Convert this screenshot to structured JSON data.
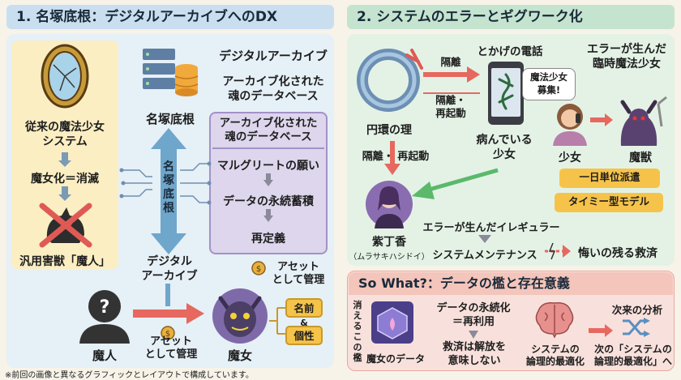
{
  "left": {
    "header": "1. 名塚底根：デジタルアーカイブへのDX",
    "old_system": "従来の魔法少女\nシステム",
    "witchify": "魔女化＝消滅",
    "generic_beast": "汎用害獣「魔人」",
    "digital_archive_title": "デジタルアーカイブ",
    "archived_soul_top": "アーカイブ化された\n魂のデータベース",
    "nazuka": "名塚底根",
    "box_title": "アーカイブ化された\n魂のデータベース",
    "flow_1": "マルグリートの願い",
    "flow_2": "データの永続蓄積",
    "flow_3": "再定義",
    "vertical_label": "名\n塚\n底\n根",
    "digital_archive_bottom": "デジタル\nアーカイブ",
    "asset_managed_right": "アセット\nとして管理",
    "name_tag": "名前",
    "amp": "&",
    "personality_tag": "個性",
    "majin": "魔人",
    "asset_managed_bottom": "アセット\nとして管理",
    "majo": "魔女"
  },
  "right": {
    "header": "2. システムのエラーとギグワーク化",
    "lizard_phone": "とかげの電話",
    "error_born": "エラーが生んだ\n臨時魔法少女",
    "isolation_1": "隔離",
    "isolation_restart_1": "隔離・\n再起動",
    "bubble": "魔法少女\n募集!",
    "enkan": "円環の理",
    "sick_girl": "病んでいる\n少女",
    "girl": "少女",
    "beast": "魔獣",
    "isolation_restart_2": "隔離・ 再起動",
    "day_dispatch": "一日単位派遣",
    "timee_model": "タイミー型モデル",
    "error_irregular": "エラーが生んだイレギュラー",
    "murasaki": "紫丁香",
    "murasaki_reading": "（ムラサキハシドイ）",
    "maintenance": "システムメンテナンス",
    "regret": "悔いの残る救済"
  },
  "sowhat": {
    "header": "So What?：データの檻と存在意義",
    "vertical": "消\nえ\nる\nこ\nの\n檻",
    "witch_data": "魔女のデータ",
    "permanent": "データの永続化\n＝再利用",
    "salvation": "救済は解放を\n意味しない",
    "sys_logic": "システムの\n論理的最適化",
    "next_analysis": "次来の分析",
    "next_logic": "次の「システムの\n論理的最適化」へ"
  },
  "footnote": "※前回の画像と異なるグラフィックとレイアウトで構成しています。",
  "colors": {
    "left_header": "#c9dff0",
    "right_header": "#c5e4cf",
    "left_panel": "#e6f0f7",
    "right_panel": "#e4f2e6",
    "yellow_box": "#fbeec3",
    "purple_box": "#ddd6ec",
    "sowhat_panel": "#f8e1dc",
    "sowhat_header": "#f4c5bb",
    "arrow_red": "#e7685f",
    "arrow_blue": "#6fa6cc",
    "gold": "#f6c34a"
  }
}
